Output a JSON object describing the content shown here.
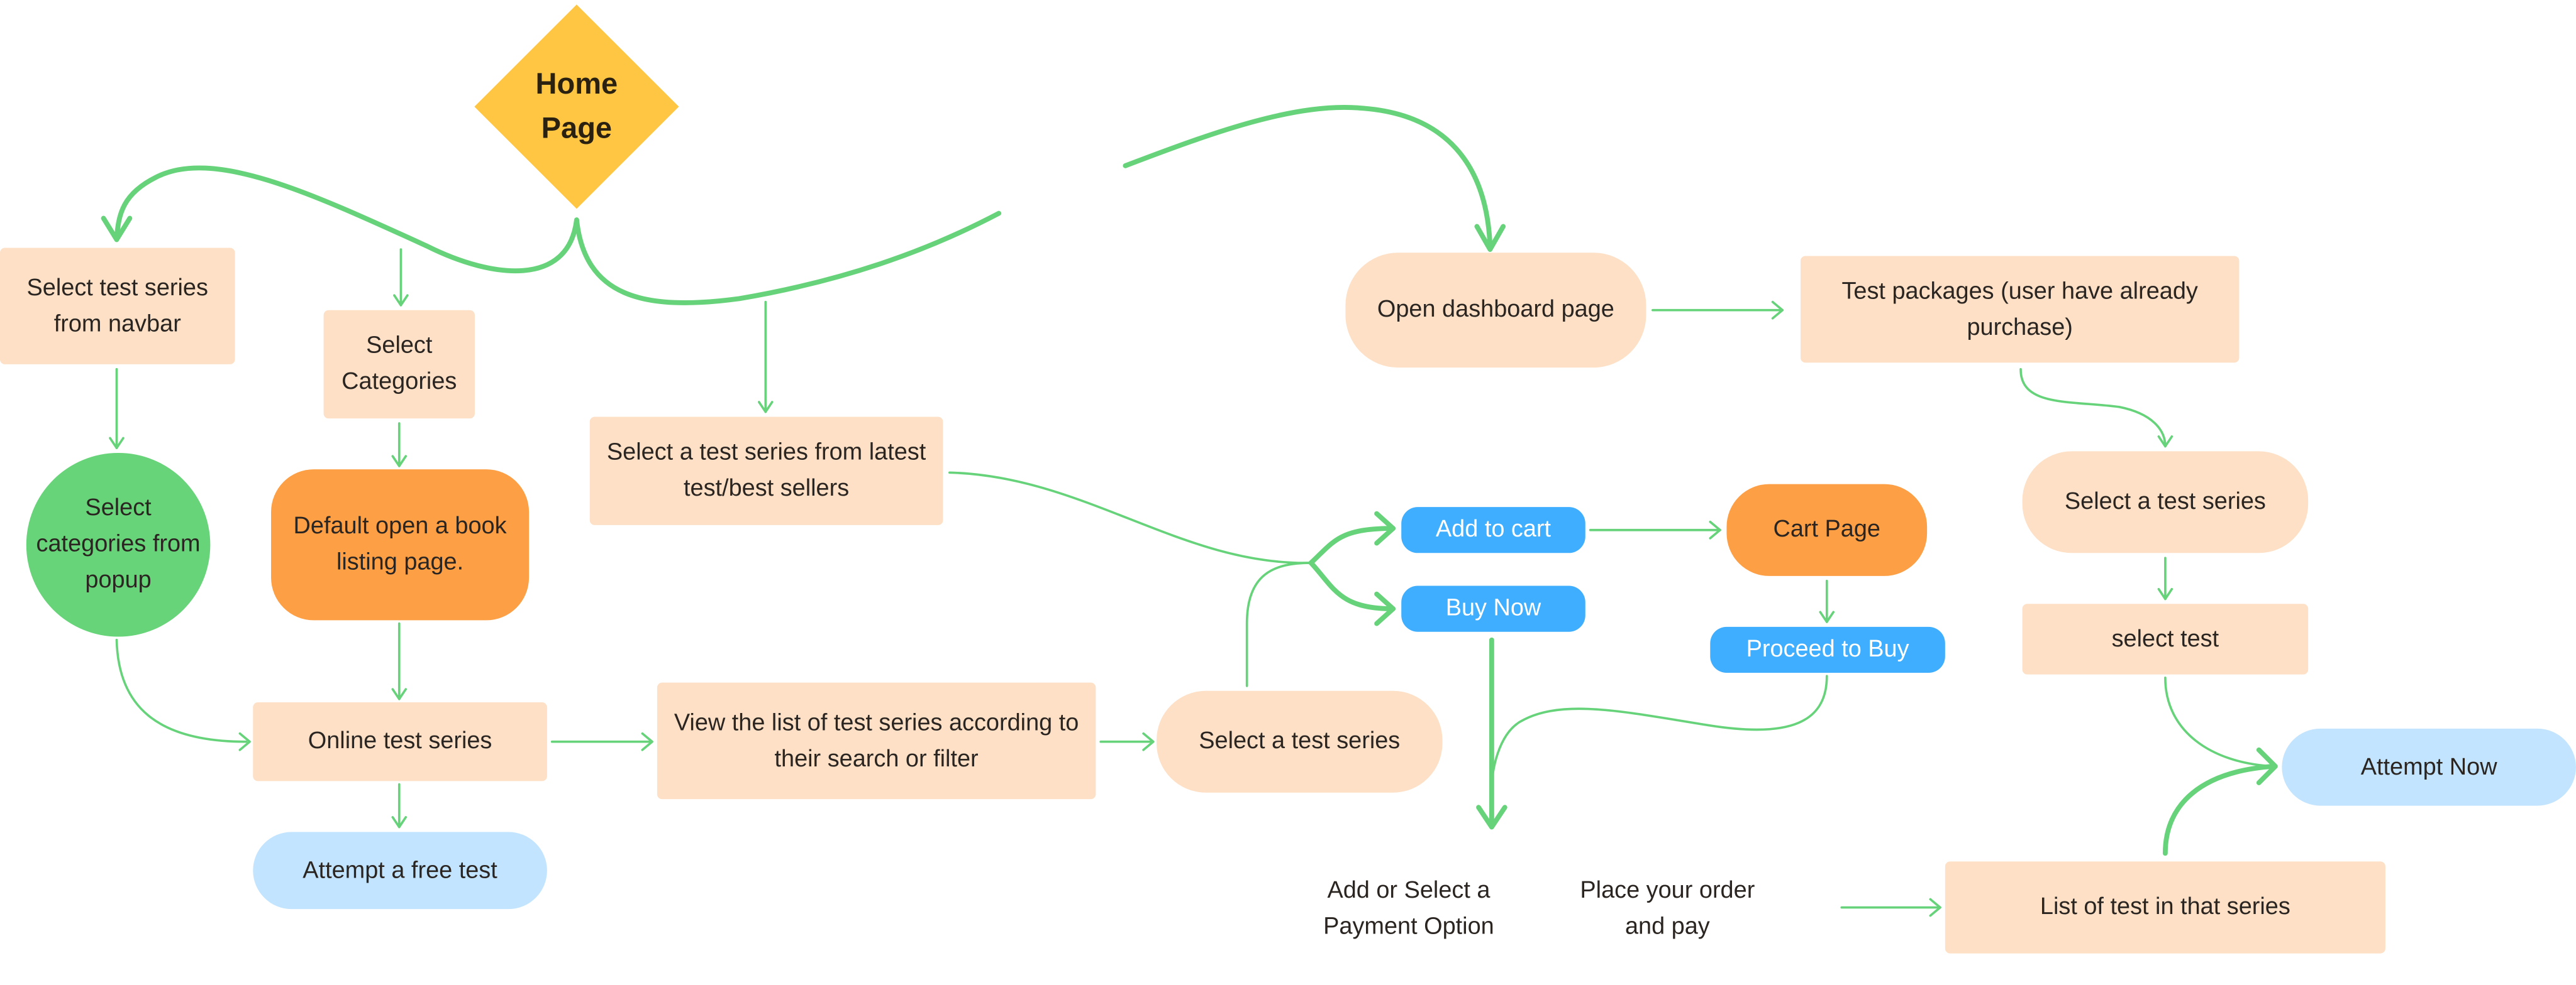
{
  "diagram": {
    "colors": {
      "connector": "#66d37a",
      "process_box": "#fde0c5",
      "orange_node": "#fd9f45",
      "green_node": "#68d47a",
      "button_blue": "#3faefe",
      "light_blue": "#c2e4fe",
      "start_diamond": "#fec642"
    },
    "start": {
      "label_line1": "Home",
      "label_line2": "Page"
    },
    "nodes": {
      "select_navbar": "Select test series from navbar",
      "select_categories": "Select Categories",
      "latest_best": "Select a test series from latest test/best sellers",
      "popup_categories": "Select categories from popup",
      "book_listing": "Default open a book listing page.",
      "online_test_series": "Online test series",
      "attempt_free": "Attempt a free test",
      "view_list": "View the list of test series according to their search or filter",
      "select_series_left": "Select a test series",
      "add_to_cart": "Add to cart",
      "buy_now": "Buy Now",
      "cart_page": "Cart Page",
      "proceed_to_buy": "Proceed to Buy",
      "payment_option": "Add or Select a Payment Option",
      "place_order": "Place your order and pay",
      "open_dashboard": "Open dashboard page",
      "test_packages": "Test packages (user have already purchase)",
      "select_series_right": "Select a test series",
      "select_test": "select test",
      "attempt_now": "Attempt Now",
      "list_of_tests": "List of test in that series"
    }
  }
}
